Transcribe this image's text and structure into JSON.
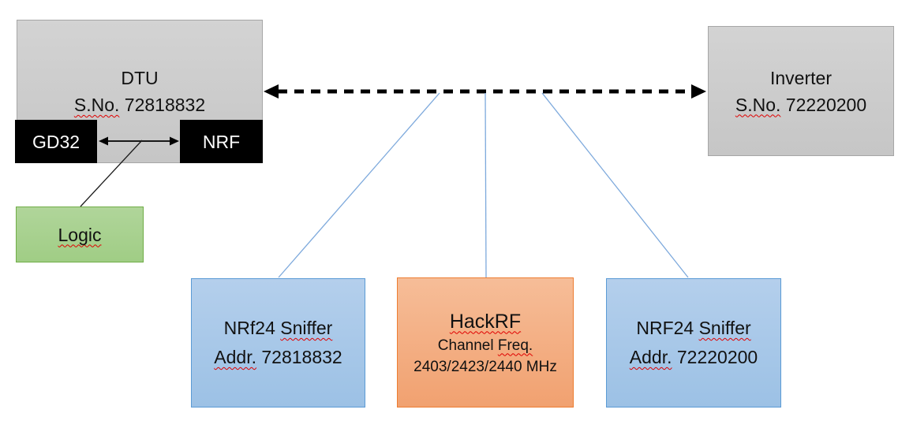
{
  "colors": {
    "gray-fill-top": "#d3d3d3",
    "gray-fill-bottom": "#c6c6c6",
    "gray-border": "#a6a6a6",
    "chip-black": "#000000",
    "chip-text": "#ffffff",
    "green-fill-top": "#b0d59a",
    "green-fill-bottom": "#a0cd85",
    "green-border": "#70ad47",
    "blue-fill-top": "#b4cfec",
    "blue-fill-bottom": "#9cc1e5",
    "blue-border": "#5b9bd5",
    "orange-fill-top": "#f6bd98",
    "orange-fill-bottom": "#f1a170",
    "orange-border": "#ed7d31",
    "connector-blue": "#7da9dc",
    "line-black": "#1a1a1a",
    "squiggle-red": "#e00000",
    "text-color": "#111111"
  },
  "dtu": {
    "title": "DTU",
    "serial_label": "S.No.",
    "serial_number": "72818832"
  },
  "gd32_chip": {
    "label": "GD32"
  },
  "nrf_chip": {
    "label": "NRF"
  },
  "logic": {
    "label": "Logic"
  },
  "inverter": {
    "title": "Inverter",
    "serial_label": "S.No.",
    "serial_number": "72220200"
  },
  "sniffer_left": {
    "device": "NRf24",
    "device_role": "Sniffer",
    "addr_label": "Addr.",
    "address": "72818832"
  },
  "hackrf": {
    "title": "HackRF",
    "channel_label": "Channel",
    "freq_label": "Freq.",
    "frequencies": "2403/2423/2440 MHz"
  },
  "sniffer_right": {
    "device": "NRF24",
    "device_role": "Sniffer",
    "addr_label": "Addr.",
    "address": "72220200"
  }
}
